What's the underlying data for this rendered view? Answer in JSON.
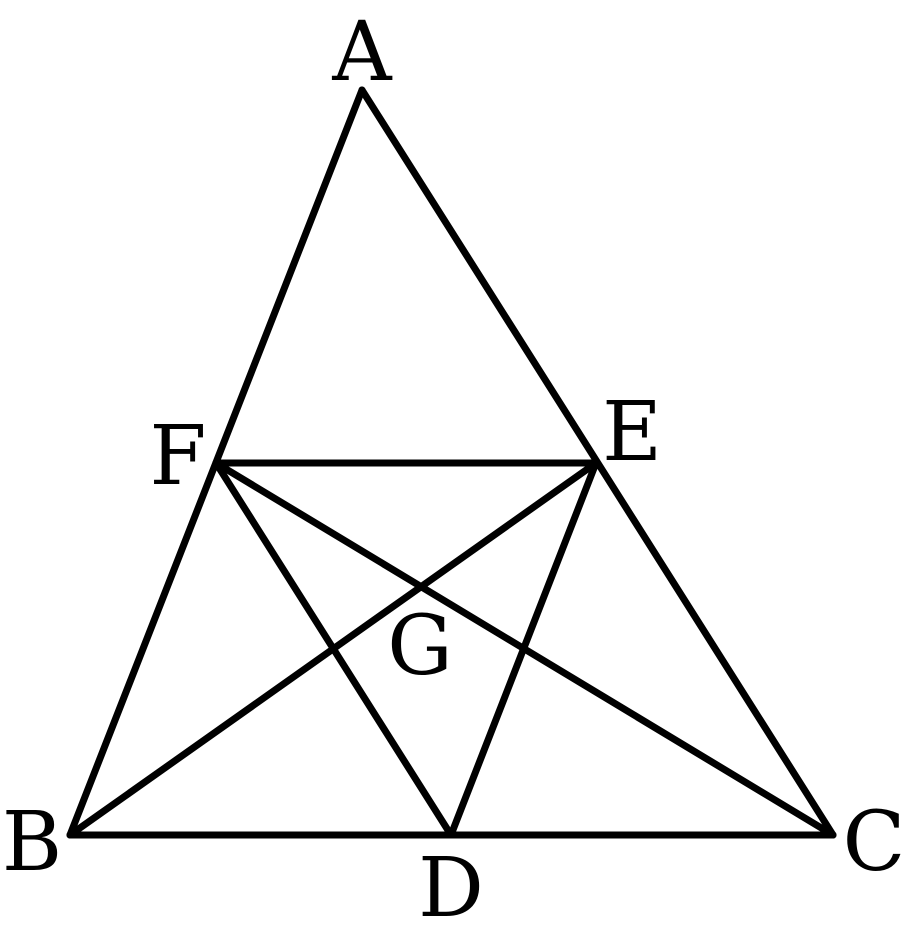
{
  "figure": {
    "points": [
      {
        "id": "A",
        "label": "A"
      },
      {
        "id": "B",
        "label": "B"
      },
      {
        "id": "C",
        "label": "C"
      },
      {
        "id": "D",
        "label": "D"
      },
      {
        "id": "E",
        "label": "E"
      },
      {
        "id": "F",
        "label": "F"
      },
      {
        "id": "G",
        "label": "G"
      }
    ],
    "segments": [
      [
        "A",
        "B"
      ],
      [
        "A",
        "C"
      ],
      [
        "B",
        "C"
      ],
      [
        "F",
        "E"
      ],
      [
        "F",
        "D"
      ],
      [
        "E",
        "D"
      ],
      [
        "F",
        "C"
      ],
      [
        "B",
        "E"
      ]
    ]
  },
  "colors": {
    "stroke": "#000000",
    "background": "#ffffff"
  }
}
